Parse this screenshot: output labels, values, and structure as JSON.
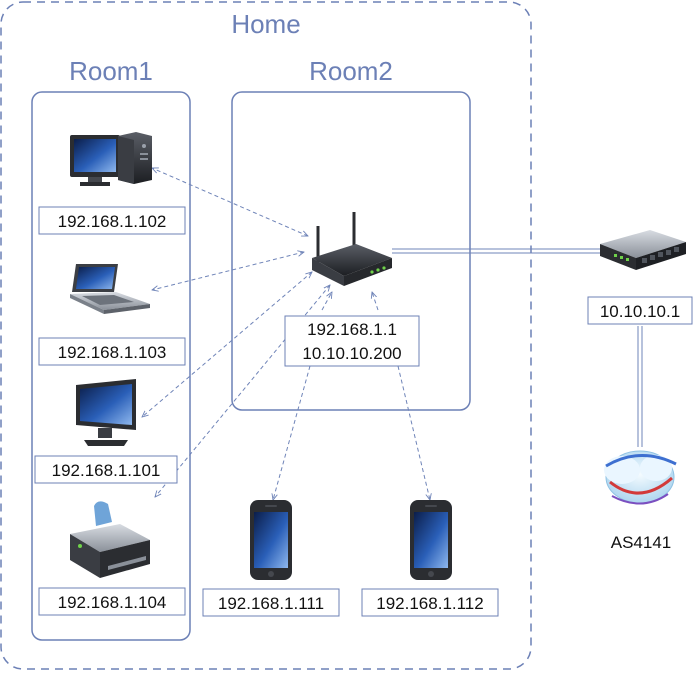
{
  "home": {
    "label": "Home"
  },
  "room1": {
    "label": "Room1",
    "devices": [
      {
        "kind": "desktop-pc",
        "ip": "192.168.1.102"
      },
      {
        "kind": "laptop",
        "ip": "192.168.1.103"
      },
      {
        "kind": "monitor",
        "ip": "192.168.1.101"
      },
      {
        "kind": "printer",
        "ip": "192.168.1.104"
      }
    ]
  },
  "room2": {
    "label": "Room2",
    "router": {
      "kind": "wifi-router",
      "ip_lan": "192.168.1.1",
      "ip_wan": "10.10.10.200"
    }
  },
  "phones": [
    {
      "kind": "smartphone",
      "ip": "192.168.1.111"
    },
    {
      "kind": "smartphone",
      "ip": "192.168.1.112"
    }
  ],
  "switch": {
    "kind": "network-switch",
    "ip": "10.10.10.1"
  },
  "cloud": {
    "kind": "internet-cloud",
    "label": "AS4141"
  },
  "colors": {
    "accent": "#6c80b6",
    "line": "#6f84b8",
    "text": "#111111"
  }
}
